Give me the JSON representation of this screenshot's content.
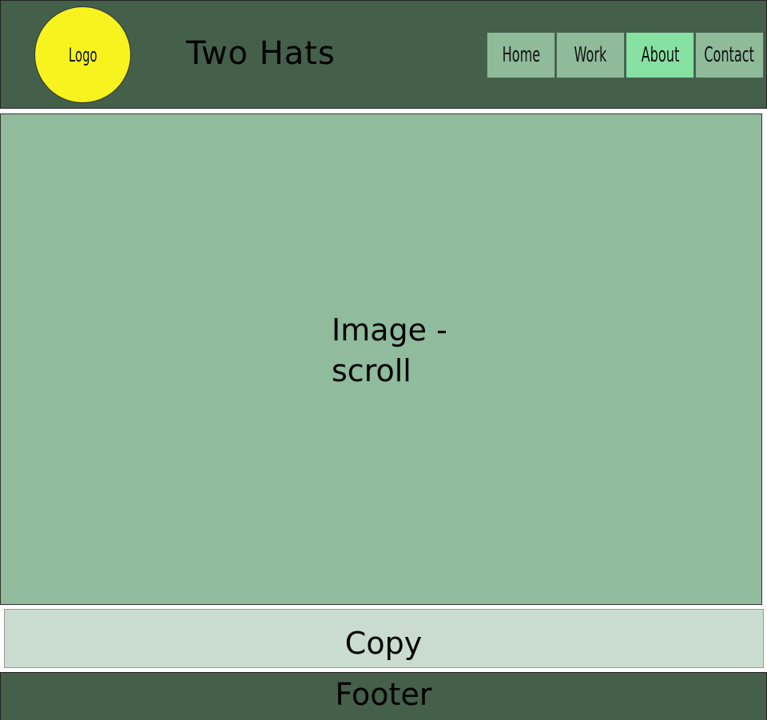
{
  "header": {
    "logo_label": "Logo",
    "site_title": "Two Hats"
  },
  "nav": {
    "items": [
      {
        "label": "Home",
        "active": false
      },
      {
        "label": "Work",
        "active": false
      },
      {
        "label": "About",
        "active": true
      },
      {
        "label": "Contact",
        "active": false
      }
    ]
  },
  "hero": {
    "label": "Image -\nscroll"
  },
  "copy": {
    "label": "Copy"
  },
  "footer": {
    "label": "Footer"
  },
  "colors": {
    "header_bg": "#445f4a",
    "logo_fill": "#f6f31e",
    "nav_bg": "#8fbb9b",
    "nav_active_bg": "#86e1a2",
    "hero_bg": "#90bb9d",
    "copy_bg": "#cadcd0",
    "footer_bg": "#445f4a"
  }
}
